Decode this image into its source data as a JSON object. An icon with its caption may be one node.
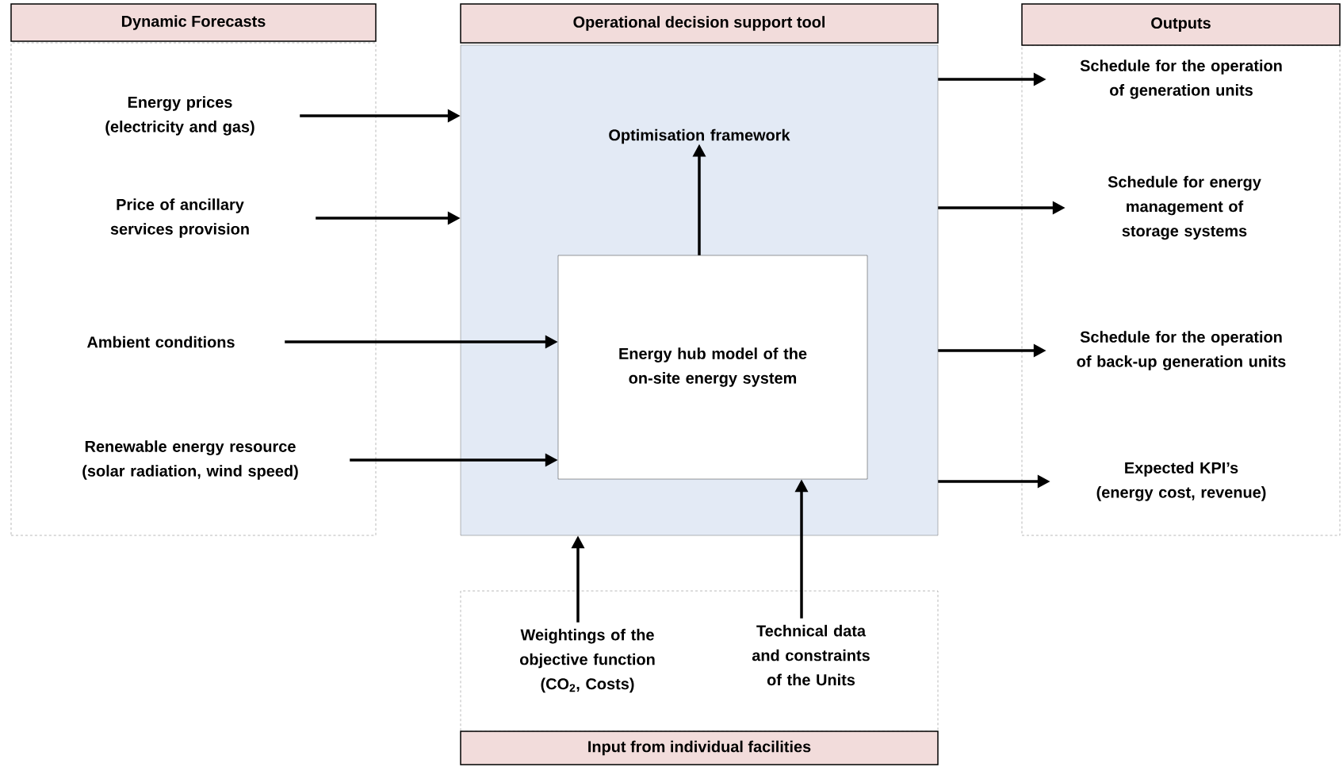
{
  "diagram": {
    "nodes": [
      {
        "text": [
          "Dynamic Forecasts"
        ]
      },
      {
        "text": [
          "Energy prices (electricity and gas)"
        ],
        "in": 0
      },
      {
        "text": [
          "Price of ancillary services provision"
        ],
        "in": 0
      },
      {
        "text": [
          "Ambient conditions"
        ],
        "in": 0
      },
      {
        "text": [
          "Renewable energy resource (solar radiation, wind speed)"
        ],
        "in": 0
      },
      {
        "text": [
          "Operational decision support tool"
        ]
      },
      {
        "text": [
          "Optimisation framework"
        ],
        "in": 5
      },
      {
        "text": [
          "Energy hub model of the on-site energy system"
        ],
        "in": 5
      },
      {
        "text": [
          "Outputs"
        ]
      },
      {
        "text": [
          "Schedule for the operation of generation units"
        ],
        "in": 8
      },
      {
        "text": [
          "Schedule for energy management of storage systems"
        ],
        "in": 8
      },
      {
        "text": [
          "Schedule for the operation of back-up generation units"
        ],
        "in": 8
      },
      {
        "text": [
          "Expected KPI’s (energy cost, revenue)"
        ],
        "in": 8
      },
      {
        "text": [
          "Input from individual facilities"
        ]
      },
      {
        "text": [
          "Weightings of the objective function (CO$_{2}$, Costs)"
        ],
        "in": 13
      },
      {
        "text": [
          "Technical data and constraints of the Units"
        ],
        "in": 13
      }
    ],
    "edges": [
      {
        "from": 1,
        "to": 5,
        "arrow": "to"
      },
      {
        "from": 2,
        "to": 5,
        "arrow": "to"
      },
      {
        "from": 3,
        "to": 7,
        "arrow": "to"
      },
      {
        "from": 4,
        "to": 7,
        "arrow": "to"
      },
      {
        "from": 7,
        "to": 6,
        "arrow": "to"
      },
      {
        "from": 5,
        "to": 9,
        "arrow": "to"
      },
      {
        "from": 5,
        "to": 10,
        "arrow": "to"
      },
      {
        "from": 5,
        "to": 11,
        "arrow": "to"
      },
      {
        "from": 5,
        "to": 12,
        "arrow": "to"
      },
      {
        "from": 14,
        "to": 5,
        "arrow": "to"
      },
      {
        "from": 15,
        "to": 7,
        "arrow": "to"
      }
    ]
  }
}
